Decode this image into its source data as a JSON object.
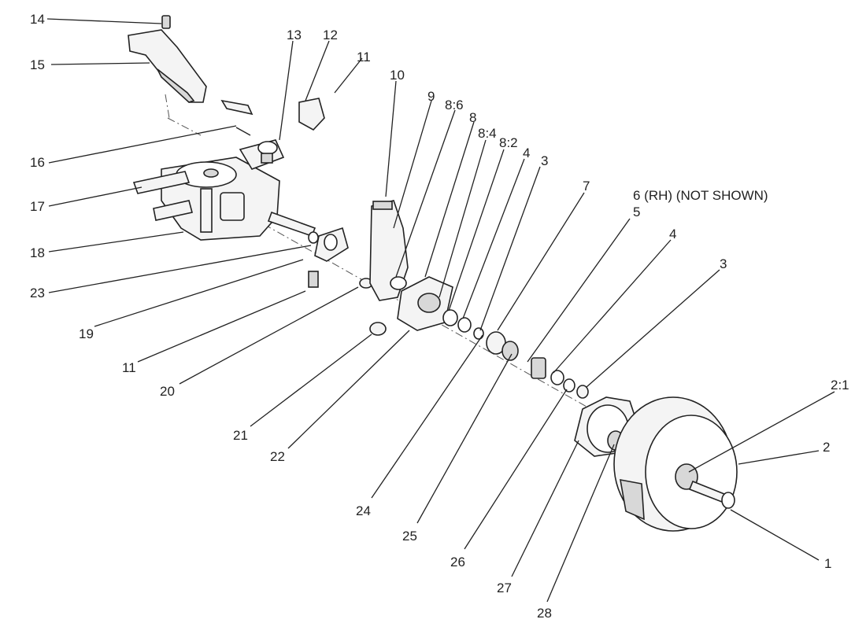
{
  "callouts": [
    {
      "key": "c14",
      "text": "14"
    },
    {
      "key": "c15",
      "text": "15"
    },
    {
      "key": "c13",
      "text": "13"
    },
    {
      "key": "c12",
      "text": "12"
    },
    {
      "key": "c11a",
      "text": "11"
    },
    {
      "key": "c10",
      "text": "10"
    },
    {
      "key": "c9",
      "text": "9"
    },
    {
      "key": "c86",
      "text": "8:6"
    },
    {
      "key": "c8",
      "text": "8"
    },
    {
      "key": "c84",
      "text": "8:4"
    },
    {
      "key": "c82",
      "text": "8:2"
    },
    {
      "key": "c4a",
      "text": "4"
    },
    {
      "key": "c3a",
      "text": "3"
    },
    {
      "key": "c7",
      "text": "7"
    },
    {
      "key": "c6",
      "text": "6 (RH) (NOT SHOWN)"
    },
    {
      "key": "c5",
      "text": "5"
    },
    {
      "key": "c4b",
      "text": "4"
    },
    {
      "key": "c3b",
      "text": "3"
    },
    {
      "key": "c21colon",
      "text": "2:1"
    },
    {
      "key": "c2",
      "text": "2"
    },
    {
      "key": "c1",
      "text": "1"
    },
    {
      "key": "c16",
      "text": "16"
    },
    {
      "key": "c17",
      "text": "17"
    },
    {
      "key": "c18",
      "text": "18"
    },
    {
      "key": "c23",
      "text": "23"
    },
    {
      "key": "c19",
      "text": "19"
    },
    {
      "key": "c11b",
      "text": "11"
    },
    {
      "key": "c20",
      "text": "20"
    },
    {
      "key": "c21",
      "text": "21"
    },
    {
      "key": "c22",
      "text": "22"
    },
    {
      "key": "c24",
      "text": "24"
    },
    {
      "key": "c25",
      "text": "25"
    },
    {
      "key": "c26",
      "text": "26"
    },
    {
      "key": "c27",
      "text": "27"
    },
    {
      "key": "c28",
      "text": "28"
    }
  ]
}
